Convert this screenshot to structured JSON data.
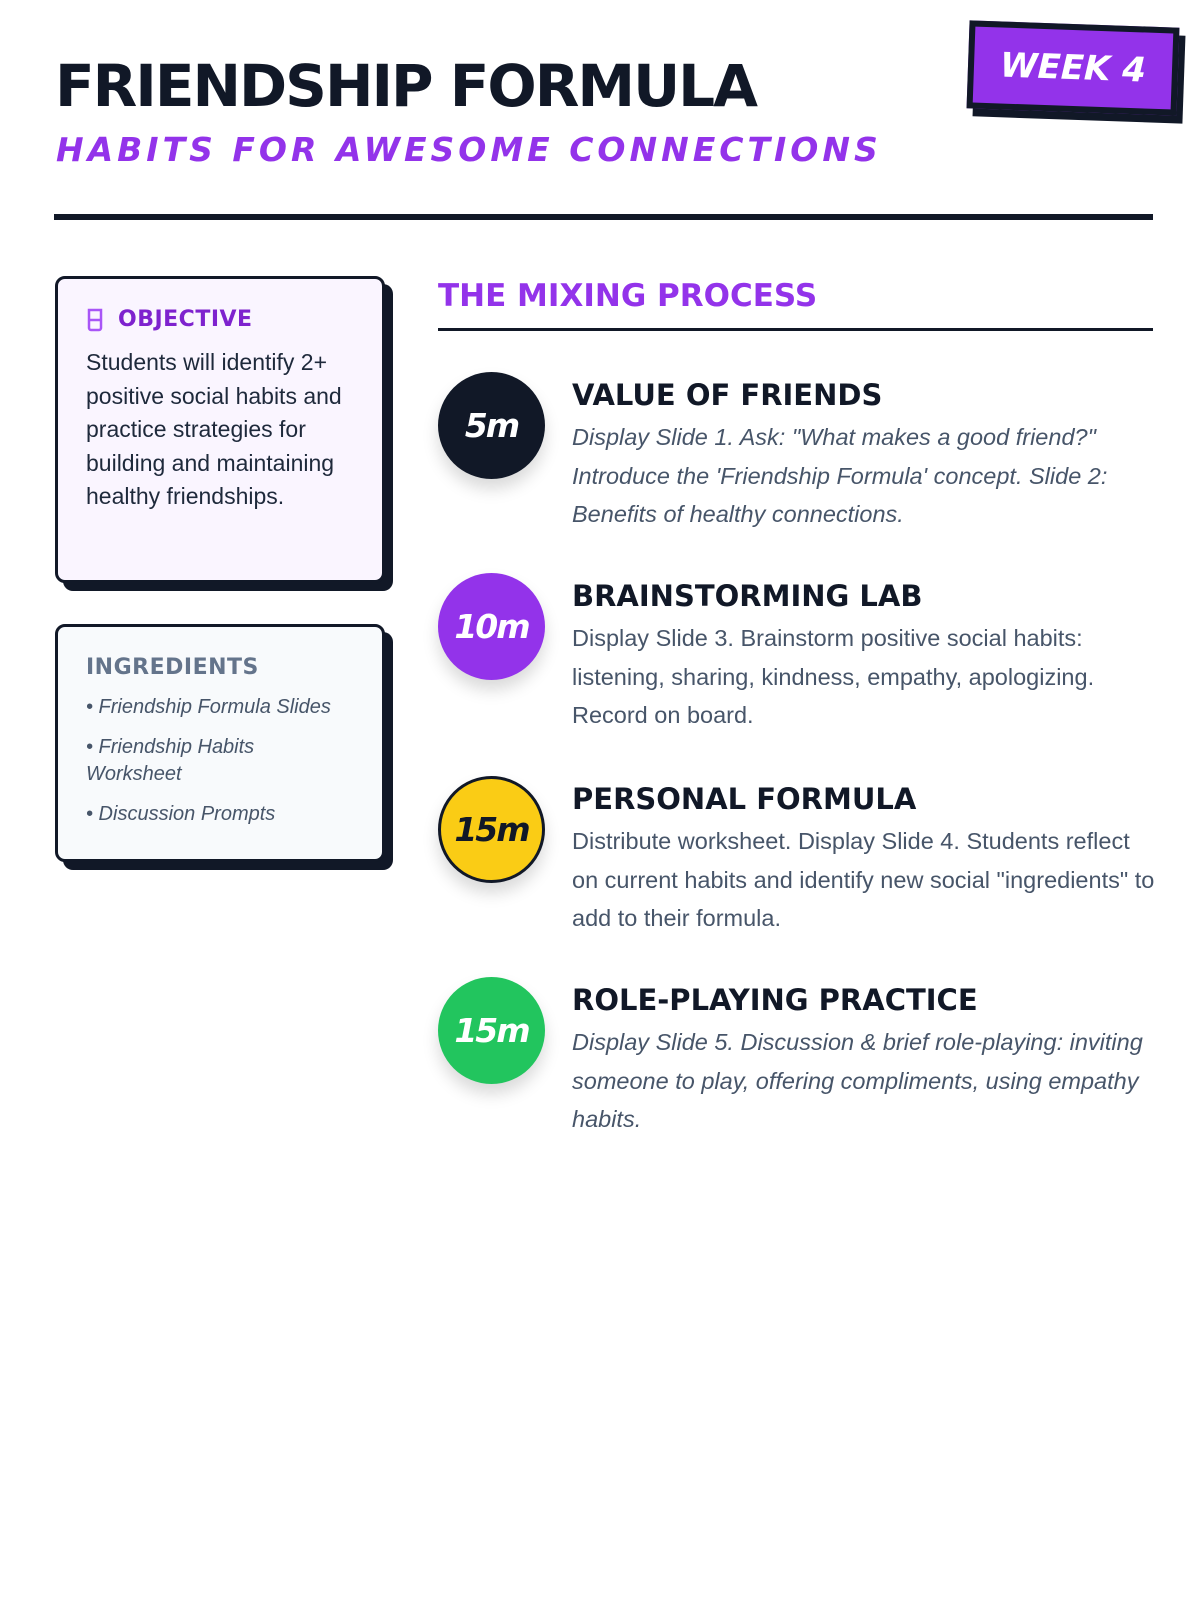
{
  "header": {
    "title": "FRIENDSHIP FORMULA",
    "subtitle": "HABITS FOR AWESOME CONNECTIONS",
    "badge": "WEEK 4"
  },
  "objective": {
    "icon": "beaker-icon",
    "heading": "OBJECTIVE",
    "text": "Students will identify 2+ positive social habits and practice strategies for building and maintaining healthy friendships."
  },
  "ingredients": {
    "heading": "INGREDIENTS",
    "items": [
      "• Friendship Formula Slides",
      "• Friendship Habits Worksheet",
      "• Discussion Prompts"
    ]
  },
  "process": {
    "heading": "THE MIXING PROCESS",
    "steps": [
      {
        "time": "5m",
        "title": "VALUE OF FRIENDS",
        "desc": "Display Slide 1. Ask: \"What makes a good friend?\" Introduce the 'Friendship Formula' concept. Slide 2: Benefits of healthy connections.",
        "color": "#111827"
      },
      {
        "time": "10m",
        "title": "BRAINSTORMING LAB",
        "desc": "Display Slide 3. Brainstorm positive social habits: listening, sharing, kindness, empathy, apologizing. Record on board.",
        "color": "#9333ea"
      },
      {
        "time": "15m",
        "title": "PERSONAL FORMULA",
        "desc": "Distribute worksheet. Display Slide 4. Students reflect on current habits and identify new social \"ingredients\" to add to their formula.",
        "color": "#facc15"
      },
      {
        "time": "15m",
        "title": "ROLE-PLAYING PRACTICE",
        "desc": "Display Slide 5. Discussion & brief role-playing: inviting someone to play, offering compliments, using empathy habits.",
        "color": "#22c55e"
      }
    ]
  }
}
